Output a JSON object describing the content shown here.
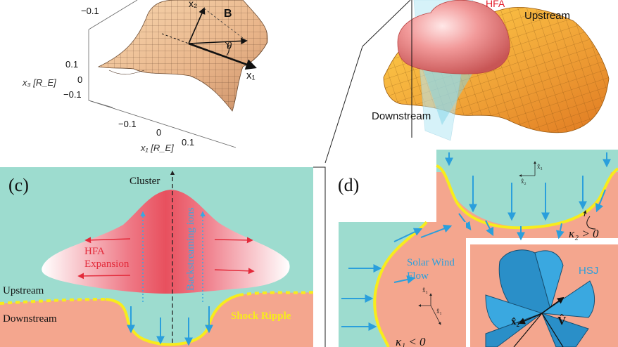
{
  "panel_a": {
    "vertical_ticks": [
      "−0.1",
      "0.1",
      "0",
      "−0.1"
    ],
    "vertical_axis_label": "x₃ [R_E]",
    "horizontal_ticks": [
      "−0.1",
      "0",
      "0.1"
    ],
    "horizontal_axis_label": "x₁ [R_E]",
    "vector_b": "B",
    "vector_x1": "x₁",
    "vector_x2": "x₂",
    "angle": "θ"
  },
  "panel_b": {
    "hfa": "HFA",
    "upstream": "Upstream",
    "downstream": "Downstream"
  },
  "panel_c": {
    "letter": "(c)",
    "cluster": "Cluster",
    "hfa_expansion_1": "HFA",
    "hfa_expansion_2": "Expansion",
    "backstreaming": "Backstreaming ions",
    "upstream": "Upstream",
    "downstream": "Downstream",
    "shock_ripple": "Shock Ripple"
  },
  "panel_d": {
    "letter": "(d)",
    "solar_wind_1": "Solar Wind",
    "solar_wind_2": "Flow",
    "kappa2": "κ₂ > 0",
    "kappa1": "κ₁ < 0",
    "hsj": "HSJ",
    "vhat": "V̂",
    "x2hat": "x̂₂",
    "frame_top_x3": "x̂₃",
    "frame_top_x2": "x̂₂",
    "frame_left_x3": "x̂₃",
    "frame_left_x1": "x̂₁"
  },
  "colors": {
    "teal": "#9ddccf",
    "salmon": "#f4a68e",
    "hfa_red": "#e8505e",
    "arrow_blue": "#2a9fdc",
    "shock_yellow": "#f7ec1c",
    "surface_orange": "#f2a83a"
  }
}
